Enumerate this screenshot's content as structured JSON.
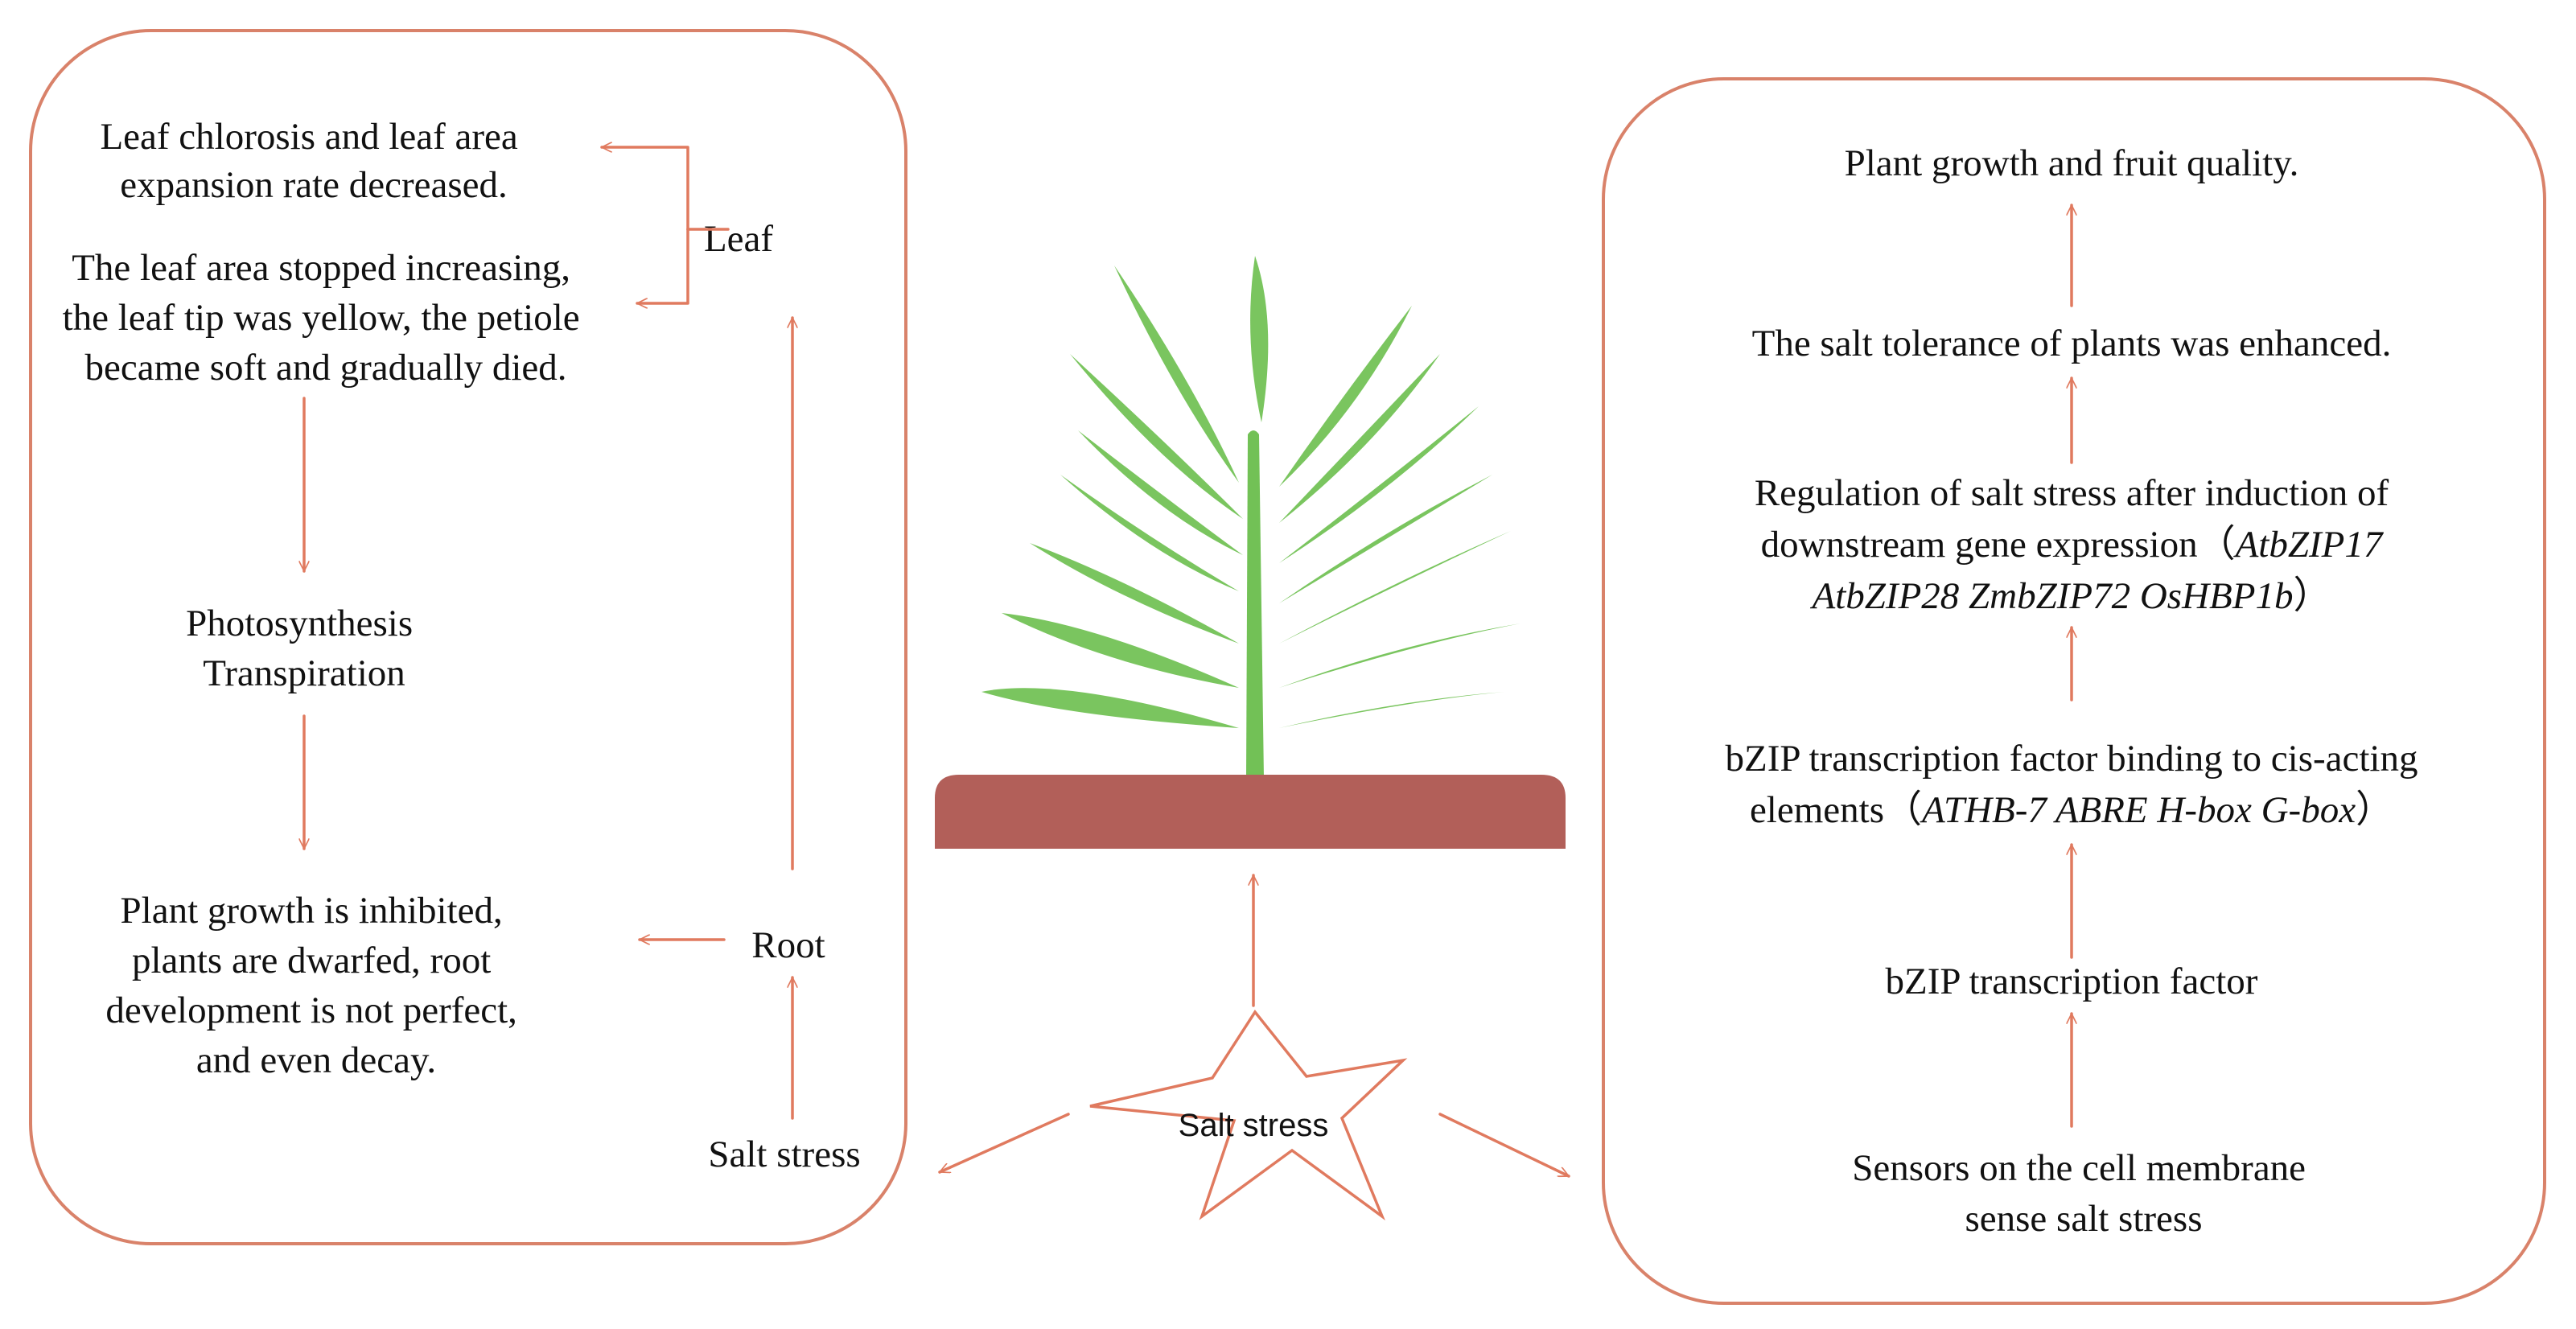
{
  "left_panel": {
    "leaf_effect_1": [
      "Leaf chlorosis and leaf area",
      "expansion rate decreased."
    ],
    "leaf_effect_2": [
      "The leaf area stopped increasing,",
      "the leaf tip was yellow, the petiole",
      "became soft and gradually died."
    ],
    "leaf_label": "Leaf",
    "processes": [
      "Photosynthesis",
      "Transpiration"
    ],
    "root_effect": [
      "Plant growth is inhibited,",
      "plants are dwarfed, root",
      "development  is not perfect,",
      "and even decay."
    ],
    "root_label": "Root",
    "salt_stress_label": "Salt stress"
  },
  "center": {
    "star_label": "Salt stress"
  },
  "right_panel": {
    "outcome": "Plant growth and fruit quality.",
    "tolerance": "The salt tolerance of plants was enhanced.",
    "regulation_line1": "Regulation of salt stress after induction of",
    "regulation_line2": "downstream gene expression（",
    "regulation_genes_1": "AtbZIP17",
    "regulation_genes_2": "AtbZIP28 ZmbZIP72 OsHBP1b",
    "regulation_close": "）",
    "binding_line1": "bZIP transcription factor binding to cis-acting",
    "binding_line2": "elements（",
    "binding_elements": "ATHB-7  ABRE  H-box G-box",
    "binding_close": "）",
    "tf": "bZIP transcription factor",
    "sensors": [
      "Sensors on the cell membrane",
      "sense salt stress"
    ]
  }
}
